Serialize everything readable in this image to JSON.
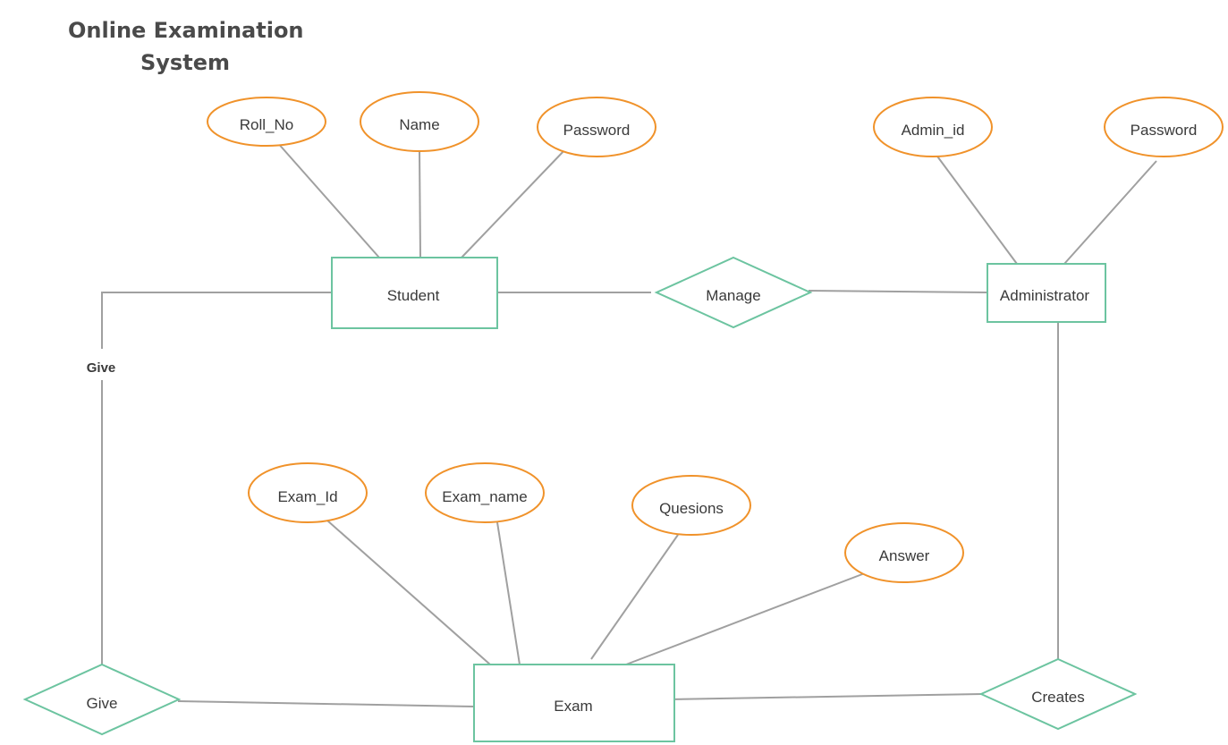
{
  "title": {
    "line1": "Online  Examination",
    "line2": "System"
  },
  "entities": {
    "student": "Student",
    "administrator": "Administrator",
    "exam": "Exam"
  },
  "attributes": {
    "student": {
      "roll_no": "Roll_No",
      "name": "Name",
      "password": "Password"
    },
    "administrator": {
      "admin_id": "Admin_id",
      "password": "Password"
    },
    "exam": {
      "exam_id": "Exam_Id",
      "exam_name": "Exam_name",
      "questions": "Quesions",
      "answer": "Answer"
    }
  },
  "relationships": {
    "manage": "Manage",
    "give": "Give",
    "creates": "Creates"
  },
  "edge_labels": {
    "give": "Give"
  },
  "colors": {
    "entity_stroke": "#6cc4a0",
    "attribute_stroke": "#f0922a",
    "relationship_stroke": "#6cc4a0",
    "connector": "#a0a0a0",
    "text": "#3a3a3a"
  }
}
